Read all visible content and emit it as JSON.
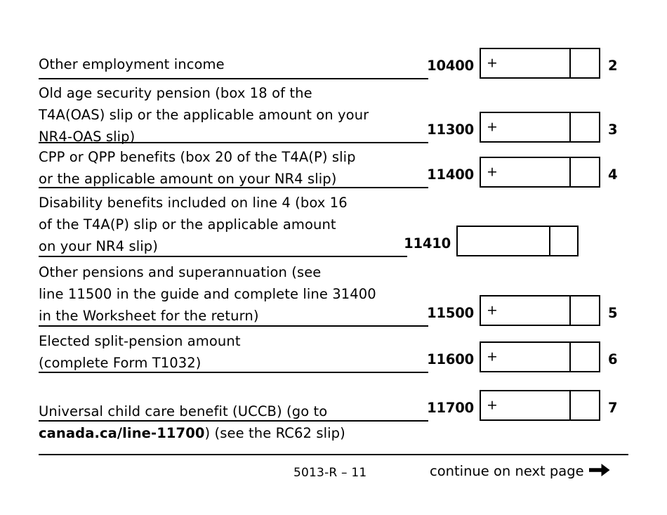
{
  "document": {
    "form_code": "5013-R – 11",
    "continue_text": "continue on next page",
    "arrow_icon": "arrow-right-icon"
  },
  "rows": [
    {
      "description": "Other employment income",
      "line_code": "10400",
      "operator": "+",
      "item_number": "2",
      "has_box": true,
      "has_operator": true
    },
    {
      "description": "Old age security pension (box 18 of the\nT4A(OAS) slip or the applicable amount on your\nNR4-OAS slip)",
      "line_code": "11300",
      "operator": "+",
      "item_number": "3",
      "has_box": true,
      "has_operator": true
    },
    {
      "description": "CPP or QPP benefits (box 20 of the T4A(P) slip\nor the applicable amount on your NR4 slip)",
      "line_code": "11400",
      "operator": "+",
      "item_number": "4",
      "has_box": true,
      "has_operator": true
    },
    {
      "description": "Disability benefits included on line 4 (box 16\nof the T4A(P) slip or the applicable amount\non your NR4 slip)",
      "line_code": "11410",
      "operator": "",
      "item_number": "",
      "has_box": true,
      "has_operator": false
    },
    {
      "description": "Other pensions and superannuation (see\nline 11500 in the guide and complete line 31400\nin the Worksheet for the return)",
      "line_code": "11500",
      "operator": "+",
      "item_number": "5",
      "has_box": true,
      "has_operator": true
    },
    {
      "description": "Elected split-pension amount\n(complete Form T1032)",
      "line_code": "11600",
      "operator": "+",
      "item_number": "6",
      "has_box": true,
      "has_operator": true
    },
    {
      "description_parts": [
        {
          "text": "Universal child care benefit (UCCB) (go to\n",
          "bold": false
        },
        {
          "text": "canada.ca/line-11700",
          "bold": true
        },
        {
          "text": ") (see the RC62 slip)",
          "bold": false
        }
      ],
      "description": "Universal child care benefit (UCCB) (go to\ncanada.ca/line-11700) (see the RC62 slip)",
      "line_code": "11700",
      "operator": "+",
      "item_number": "7",
      "has_box": true,
      "has_operator": true
    }
  ]
}
